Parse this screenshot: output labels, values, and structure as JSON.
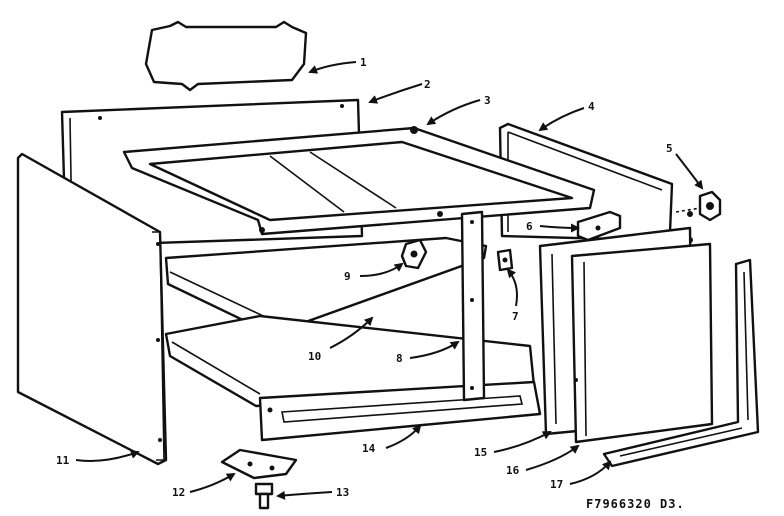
{
  "diagram": {
    "callouts": [
      {
        "id": "1",
        "label": "1"
      },
      {
        "id": "2",
        "label": "2"
      },
      {
        "id": "3",
        "label": "3"
      },
      {
        "id": "4",
        "label": "4"
      },
      {
        "id": "5",
        "label": "5"
      },
      {
        "id": "6",
        "label": "6"
      },
      {
        "id": "7",
        "label": "7"
      },
      {
        "id": "8",
        "label": "8"
      },
      {
        "id": "9",
        "label": "9"
      },
      {
        "id": "10",
        "label": "10"
      },
      {
        "id": "11",
        "label": "11"
      },
      {
        "id": "12",
        "label": "12"
      },
      {
        "id": "13",
        "label": "13"
      },
      {
        "id": "14",
        "label": "14"
      },
      {
        "id": "15",
        "label": "15"
      },
      {
        "id": "16",
        "label": "16"
      },
      {
        "id": "17",
        "label": "17"
      }
    ],
    "drawing_code": "F7966320 D3."
  },
  "colors": {
    "ink": "#111111",
    "paper": "#ffffff"
  }
}
